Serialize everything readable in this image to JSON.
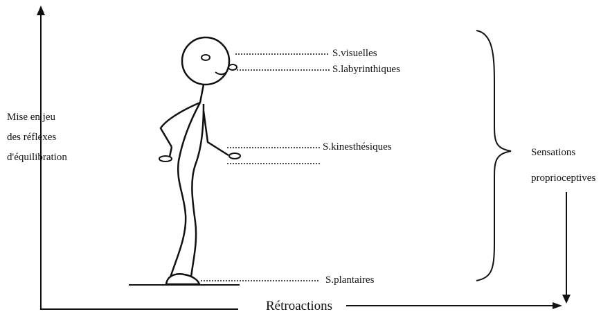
{
  "diagram": {
    "left_axis_lines": [
      "Mise en jeu",
      "des réflexes",
      "d'équilibration"
    ],
    "labels": {
      "visuelles": "S.visuelles",
      "labyrinthiques": "S.labyrinthiques",
      "kinesthesiques": "S.kinesthésiques",
      "plantaires": "S.plantaires"
    },
    "brace_label_lines": [
      "Sensations",
      "proprioceptives"
    ],
    "bottom_label": "Rétroactions"
  }
}
